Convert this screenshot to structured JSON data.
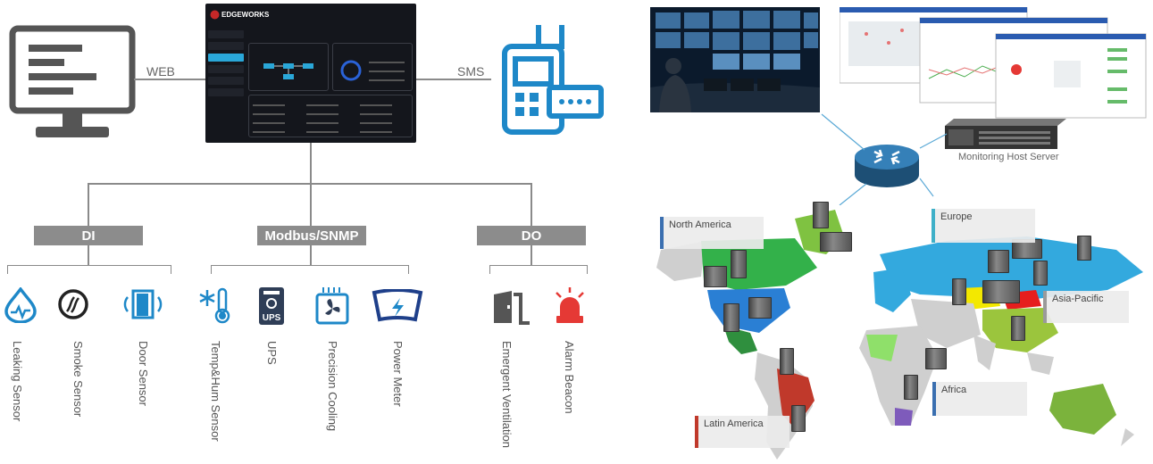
{
  "left": {
    "web_label": "WEB",
    "sms_label": "SMS",
    "dashboard": {
      "brand": "EDGEWORKS"
    },
    "groups": [
      {
        "label": "DI"
      },
      {
        "label": "Modbus/SNMP"
      },
      {
        "label": "DO"
      }
    ],
    "devices": [
      {
        "label": "Leaking Sensor",
        "icon": "water-drop-icon"
      },
      {
        "label": "Smoke Sensor",
        "icon": "smoke-sensor-icon"
      },
      {
        "label": "Door Sensor",
        "icon": "door-sensor-icon"
      },
      {
        "label": "Temp&Hum Sensor",
        "icon": "thermometer-snowflake-icon"
      },
      {
        "label": "UPS",
        "icon": "ups-icon"
      },
      {
        "label": "Precision Cooling",
        "icon": "fan-icon"
      },
      {
        "label": "Power Meter",
        "icon": "power-meter-icon"
      },
      {
        "label": "Emergent Ventilation",
        "icon": "door-exit-icon"
      },
      {
        "label": "Alarm Beacon",
        "icon": "alarm-beacon-icon"
      }
    ],
    "colors": {
      "icon_blue": "#1e88c8",
      "icon_red": "#e53935",
      "gray_box": "#8c8c8c"
    }
  },
  "right": {
    "server_label": "Monitoring Host Server",
    "regions": [
      {
        "label": "North America",
        "color": "#3a6fb0"
      },
      {
        "label": "Europe",
        "color": "#3fb0c8"
      },
      {
        "label": "Asia-Pacific",
        "color": "#9a9a9a"
      },
      {
        "label": "Africa",
        "color": "#3a6fb0"
      },
      {
        "label": "Latin America",
        "color": "#c0392b"
      }
    ],
    "map_colors": {
      "north_america": "#33b14a",
      "usa": "#2a7fd4",
      "greenland": "#7fc241",
      "latin_america": "#c0392b",
      "europe_russia": "#33a9de",
      "china": "#9bc53d",
      "mongolia": "#e61e1e",
      "kazakhstan": "#f3e800",
      "australia": "#7bb33c",
      "south_africa": "#7e5bbb",
      "other": "#cfcfcf"
    }
  }
}
